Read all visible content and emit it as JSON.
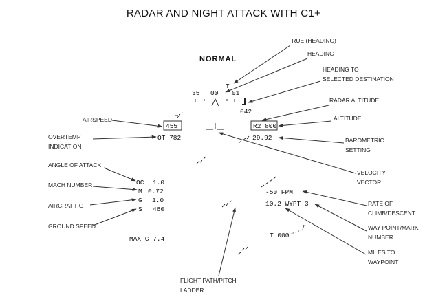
{
  "title": "RADAR AND NIGHT ATTACK WITH C1+",
  "mode": "NORMAL",
  "labels": {
    "true_heading": "TRUE (HEADING)",
    "heading": "HEADING",
    "heading_to_dest_1": "HEADING TO",
    "heading_to_dest_2": "SELECTED DESTINATION",
    "radar_altitude": "RADAR ALTITUDE",
    "altitude": "ALTITUDE",
    "baro_1": "BAROMETRIC",
    "baro_2": "SETTING",
    "airspeed": "AIRSPEED",
    "overtemp_1": "OVERTEMP",
    "overtemp_2": "INDICATION",
    "aoa": "ANGLE OF ATTACK",
    "mach": "MACH NUMBER",
    "aircraft_g": "AIRCRAFT G",
    "ground_speed": "GROUND SPEED",
    "velocity_1": "VELOCITY",
    "velocity_2": "VECTOR",
    "roc_1": "RATE OF",
    "roc_2": "CLIMB/DESCENT",
    "wp_1": "WAY POINT/MARK",
    "wp_2": "NUMBER",
    "miles_1": "MILES TO",
    "miles_2": "WAYPOINT",
    "fp_1": "FLIGHT PATH/PITCH",
    "fp_2": "LADDER"
  },
  "hud": {
    "heading_left": "35",
    "heading_center": "00",
    "heading_right": "01",
    "true_marker": "T",
    "dest_heading": "042",
    "airspeed": "455",
    "overtemp": "OT 782",
    "altitude": "R2 800",
    "baro": "29.92",
    "aoa_symbol": "OC",
    "aoa_value": "1.0",
    "mach_symbol": "M",
    "mach_value": "0.72",
    "g_symbol": "G",
    "g_value": "1.0",
    "gs_symbol": "S",
    "gs_value": "460",
    "roc": "-50 FPM",
    "waypoint": "10.2 WYPT 3",
    "ladder_value": "T 000",
    "max_g": "MAX G  7.4"
  }
}
